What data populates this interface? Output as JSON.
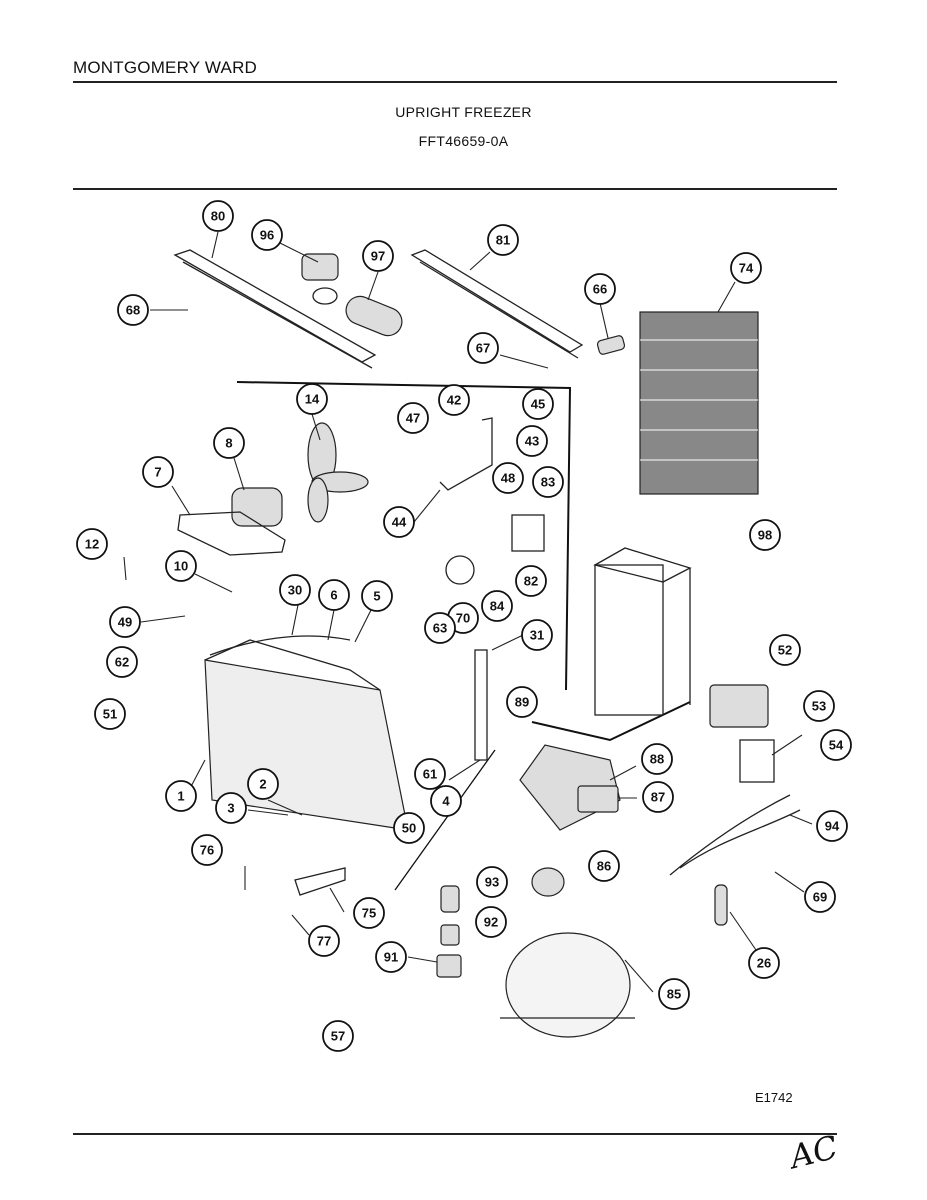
{
  "header": {
    "brand": "MONTGOMERY WARD",
    "title": "UPRIGHT FREEZER",
    "model": "FFT46659-0A"
  },
  "diagram": {
    "code": "E1742",
    "callouts": [
      "80",
      "96",
      "97",
      "81",
      "68",
      "66",
      "74",
      "67",
      "14",
      "42",
      "45",
      "47",
      "43",
      "8",
      "7",
      "48",
      "83",
      "44",
      "12",
      "10",
      "98",
      "82",
      "30",
      "6",
      "5",
      "84",
      "70",
      "49",
      "63",
      "31",
      "62",
      "52",
      "51",
      "89",
      "53",
      "88",
      "54",
      "61",
      "1",
      "2",
      "87",
      "4",
      "3",
      "50",
      "94",
      "76",
      "86",
      "93",
      "69",
      "75",
      "92",
      "26",
      "77",
      "91",
      "85",
      "57"
    ]
  }
}
